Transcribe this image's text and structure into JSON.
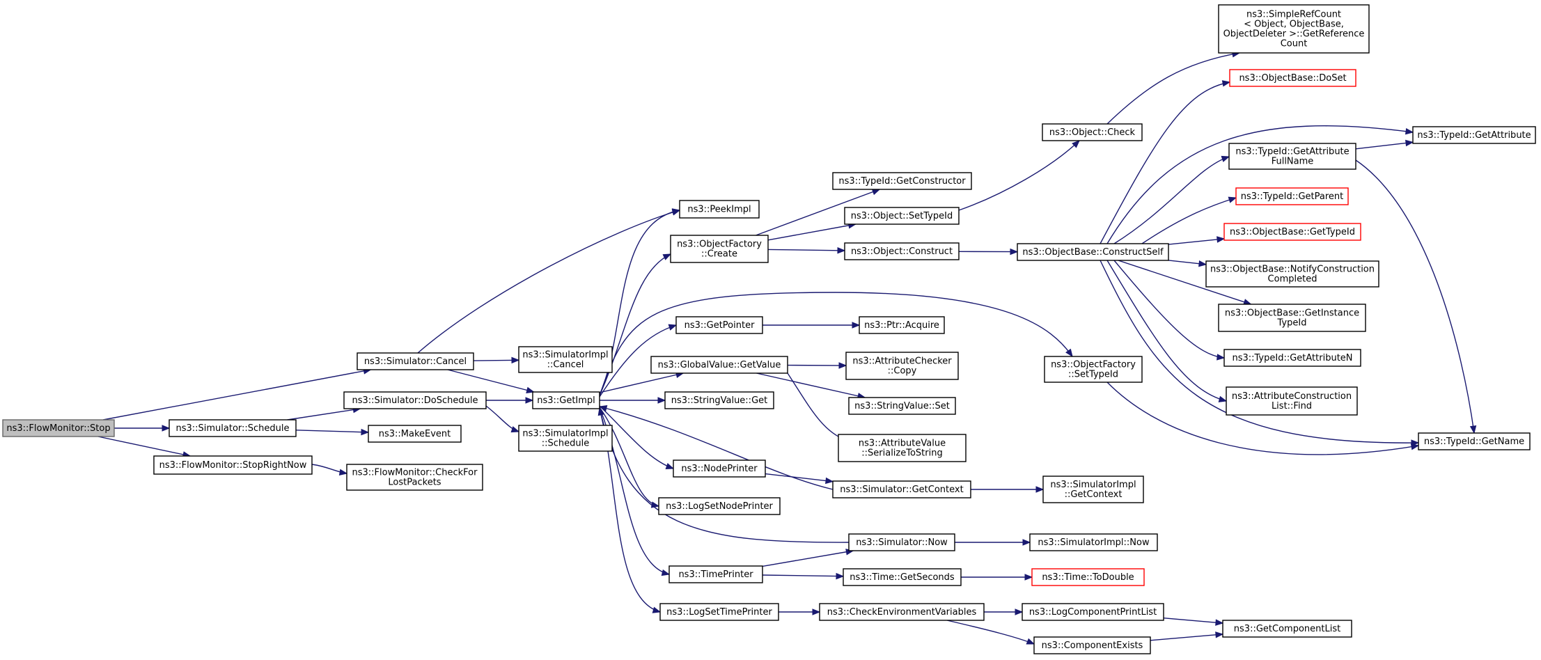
{
  "nodes": [
    {
      "id": "flowmonitor_stop",
      "lines": [
        "ns3::FlowMonitor::Stop"
      ],
      "style": "root"
    },
    {
      "id": "sim_schedule",
      "lines": [
        "ns3::Simulator::Schedule"
      ]
    },
    {
      "id": "fm_stoprightnow",
      "lines": [
        "ns3::FlowMonitor::StopRightNow"
      ]
    },
    {
      "id": "sim_cancel",
      "lines": [
        "ns3::Simulator::Cancel"
      ]
    },
    {
      "id": "sim_doschedule",
      "lines": [
        "ns3::Simulator::DoSchedule"
      ]
    },
    {
      "id": "makeevent",
      "lines": [
        "ns3::MakeEvent"
      ]
    },
    {
      "id": "fm_checkforlost",
      "lines": [
        "ns3::FlowMonitor::CheckFor",
        "LostPackets"
      ]
    },
    {
      "id": "simimpl_cancel",
      "lines": [
        "ns3::SimulatorImpl",
        "::Cancel"
      ]
    },
    {
      "id": "getimpl",
      "lines": [
        "ns3::GetImpl"
      ]
    },
    {
      "id": "simimpl_schedule",
      "lines": [
        "ns3::SimulatorImpl",
        "::Schedule"
      ]
    },
    {
      "id": "peekimpl",
      "lines": [
        "ns3::PeekImpl"
      ]
    },
    {
      "id": "objfactory_create",
      "lines": [
        "ns3::ObjectFactory",
        "::Create"
      ]
    },
    {
      "id": "getpointer",
      "lines": [
        "ns3::GetPointer"
      ]
    },
    {
      "id": "globalvalue_getvalue",
      "lines": [
        "ns3::GlobalValue::GetValue"
      ]
    },
    {
      "id": "stringvalue_get",
      "lines": [
        "ns3::StringValue::Get"
      ]
    },
    {
      "id": "nodeprinter",
      "lines": [
        "ns3::NodePrinter"
      ]
    },
    {
      "id": "logsetnodeprinter",
      "lines": [
        "ns3::LogSetNodePrinter"
      ]
    },
    {
      "id": "timeprinter",
      "lines": [
        "ns3::TimePrinter"
      ]
    },
    {
      "id": "logsettimeprinter",
      "lines": [
        "ns3::LogSetTimePrinter"
      ]
    },
    {
      "id": "typeid_getconstructor",
      "lines": [
        "ns3::TypeId::GetConstructor"
      ]
    },
    {
      "id": "object_settypeid",
      "lines": [
        "ns3::Object::SetTypeId"
      ]
    },
    {
      "id": "object_construct",
      "lines": [
        "ns3::Object::Construct"
      ]
    },
    {
      "id": "ptr_acquire",
      "lines": [
        "ns3::Ptr::Acquire"
      ]
    },
    {
      "id": "attrchecker_copy",
      "lines": [
        "ns3::AttributeChecker",
        "::Copy"
      ]
    },
    {
      "id": "stringvalue_set",
      "lines": [
        "ns3::StringValue::Set"
      ]
    },
    {
      "id": "attrvalue_serialize",
      "lines": [
        "ns3::AttributeValue",
        "::SerializeToString"
      ]
    },
    {
      "id": "sim_getcontext",
      "lines": [
        "ns3::Simulator::GetContext"
      ]
    },
    {
      "id": "sim_now",
      "lines": [
        "ns3::Simulator::Now"
      ]
    },
    {
      "id": "time_getseconds",
      "lines": [
        "ns3::Time::GetSeconds"
      ]
    },
    {
      "id": "checkenvvars",
      "lines": [
        "ns3::CheckEnvironmentVariables"
      ]
    },
    {
      "id": "object_check",
      "lines": [
        "ns3::Object::Check"
      ]
    },
    {
      "id": "objbase_constructself",
      "lines": [
        "ns3::ObjectBase::ConstructSelf"
      ]
    },
    {
      "id": "objfactory_settypeid",
      "lines": [
        "ns3::ObjectFactory",
        "::SetTypeId"
      ]
    },
    {
      "id": "simimpl_getcontext",
      "lines": [
        "ns3::SimulatorImpl",
        "::GetContext"
      ]
    },
    {
      "id": "simimpl_now",
      "lines": [
        "ns3::SimulatorImpl::Now"
      ]
    },
    {
      "id": "time_todouble",
      "lines": [
        "ns3::Time::ToDouble"
      ],
      "style": "red"
    },
    {
      "id": "logcomponentprintlist",
      "lines": [
        "ns3::LogComponentPrintList"
      ]
    },
    {
      "id": "componentexists",
      "lines": [
        "ns3::ComponentExists"
      ]
    },
    {
      "id": "simplerefcount",
      "lines": [
        "ns3::SimpleRefCount",
        "< Object, ObjectBase,",
        "ObjectDeleter >::GetReference",
        "Count"
      ]
    },
    {
      "id": "objbase_doset",
      "lines": [
        "ns3::ObjectBase::DoSet"
      ],
      "style": "red"
    },
    {
      "id": "typeid_getattributefullname",
      "lines": [
        "ns3::TypeId::GetAttribute",
        "FullName"
      ]
    },
    {
      "id": "typeid_getparent",
      "lines": [
        "ns3::TypeId::GetParent"
      ],
      "style": "red"
    },
    {
      "id": "objbase_gettypeid",
      "lines": [
        "ns3::ObjectBase::GetTypeId"
      ],
      "style": "red"
    },
    {
      "id": "objbase_notifyconstruction",
      "lines": [
        "ns3::ObjectBase::NotifyConstruction",
        "Completed"
      ]
    },
    {
      "id": "objbase_getinstancetypeid",
      "lines": [
        "ns3::ObjectBase::GetInstance",
        "TypeId"
      ]
    },
    {
      "id": "typeid_getattributen",
      "lines": [
        "ns3::TypeId::GetAttributeN"
      ]
    },
    {
      "id": "attrconstructionlist_find",
      "lines": [
        "ns3::AttributeConstruction",
        "List::Find"
      ]
    },
    {
      "id": "getcomponentlist",
      "lines": [
        "ns3::GetComponentList"
      ]
    },
    {
      "id": "typeid_getattribute",
      "lines": [
        "ns3::TypeId::GetAttribute"
      ]
    },
    {
      "id": "typeid_getname",
      "lines": [
        "ns3::TypeId::GetName"
      ]
    }
  ],
  "edges": [
    [
      "flowmonitor_stop",
      "sim_cancel"
    ],
    [
      "flowmonitor_stop",
      "sim_schedule"
    ],
    [
      "flowmonitor_stop",
      "fm_stoprightnow"
    ],
    [
      "sim_schedule",
      "sim_doschedule"
    ],
    [
      "sim_schedule",
      "makeevent"
    ],
    [
      "fm_stoprightnow",
      "fm_checkforlost"
    ],
    [
      "sim_cancel",
      "peekimpl"
    ],
    [
      "sim_cancel",
      "simimpl_cancel"
    ],
    [
      "sim_cancel",
      "getimpl"
    ],
    [
      "sim_doschedule",
      "getimpl"
    ],
    [
      "sim_doschedule",
      "simimpl_schedule"
    ],
    [
      "getimpl",
      "peekimpl"
    ],
    [
      "getimpl",
      "objfactory_create"
    ],
    [
      "getimpl",
      "objfactory_settypeid"
    ],
    [
      "getimpl",
      "getpointer"
    ],
    [
      "getimpl",
      "globalvalue_getvalue"
    ],
    [
      "getimpl",
      "stringvalue_get"
    ],
    [
      "getimpl",
      "nodeprinter"
    ],
    [
      "getimpl",
      "logsetnodeprinter"
    ],
    [
      "getimpl",
      "timeprinter"
    ],
    [
      "getimpl",
      "logsettimeprinter"
    ],
    [
      "objfactory_create",
      "typeid_getconstructor"
    ],
    [
      "objfactory_create",
      "object_settypeid"
    ],
    [
      "objfactory_create",
      "object_construct"
    ],
    [
      "getpointer",
      "ptr_acquire"
    ],
    [
      "globalvalue_getvalue",
      "attrchecker_copy"
    ],
    [
      "globalvalue_getvalue",
      "stringvalue_set"
    ],
    [
      "globalvalue_getvalue",
      "attrvalue_serialize"
    ],
    [
      "nodeprinter",
      "sim_getcontext"
    ],
    [
      "timeprinter",
      "sim_now"
    ],
    [
      "timeprinter",
      "time_getseconds"
    ],
    [
      "logsettimeprinter",
      "checkenvvars"
    ],
    [
      "sim_getcontext",
      "getimpl"
    ],
    [
      "sim_getcontext",
      "simimpl_getcontext"
    ],
    [
      "sim_now",
      "getimpl"
    ],
    [
      "sim_now",
      "simimpl_now"
    ],
    [
      "time_getseconds",
      "time_todouble"
    ],
    [
      "checkenvvars",
      "logcomponentprintlist"
    ],
    [
      "checkenvvars",
      "componentexists"
    ],
    [
      "object_settypeid",
      "object_check"
    ],
    [
      "object_check",
      "simplerefcount"
    ],
    [
      "object_construct",
      "objbase_constructself"
    ],
    [
      "objfactory_settypeid",
      "typeid_getname"
    ],
    [
      "objbase_constructself",
      "objbase_doset"
    ],
    [
      "objbase_constructself",
      "typeid_getattribute"
    ],
    [
      "objbase_constructself",
      "typeid_getattributefullname"
    ],
    [
      "objbase_constructself",
      "typeid_getparent"
    ],
    [
      "objbase_constructself",
      "objbase_gettypeid"
    ],
    [
      "objbase_constructself",
      "objbase_notifyconstruction"
    ],
    [
      "objbase_constructself",
      "objbase_getinstancetypeid"
    ],
    [
      "objbase_constructself",
      "typeid_getattributen"
    ],
    [
      "objbase_constructself",
      "attrconstructionlist_find"
    ],
    [
      "objbase_constructself",
      "typeid_getname"
    ],
    [
      "typeid_getattributefullname",
      "typeid_getattribute"
    ],
    [
      "typeid_getattributefullname",
      "typeid_getname"
    ],
    [
      "logcomponentprintlist",
      "getcomponentlist"
    ],
    [
      "componentexists",
      "getcomponentlist"
    ]
  ]
}
